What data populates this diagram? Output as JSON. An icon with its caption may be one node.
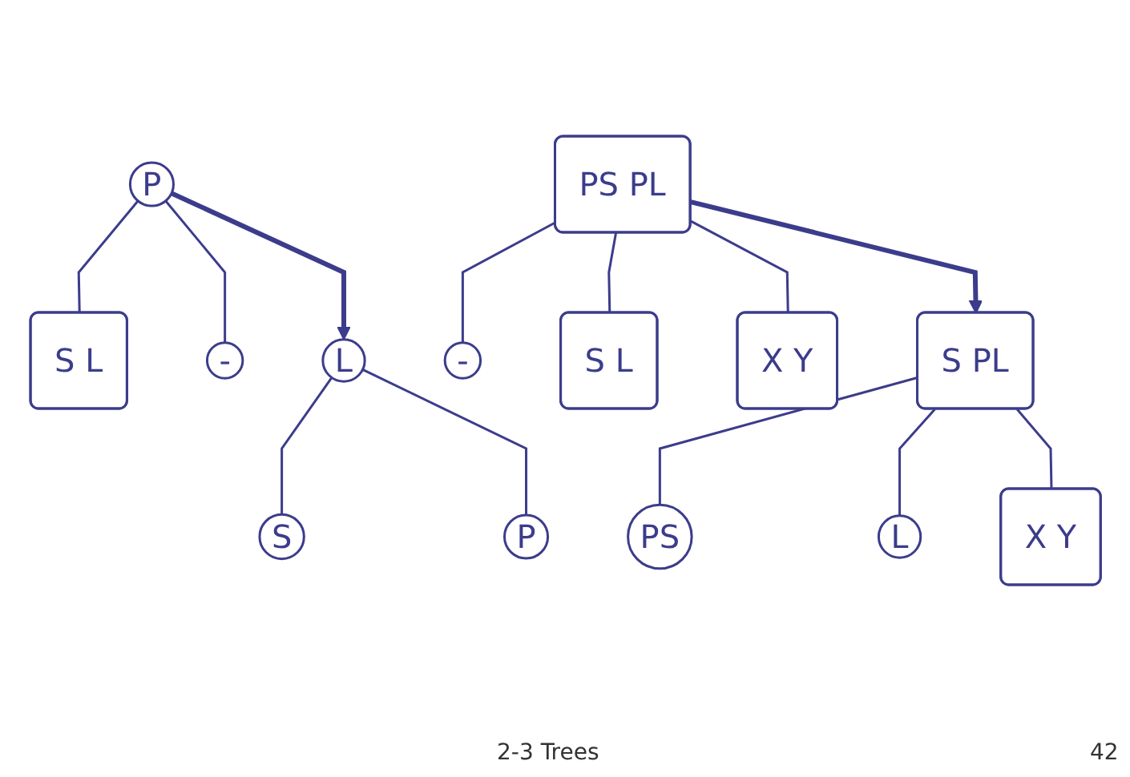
{
  "diagram": {
    "nodes": [
      {
        "text": [
          "P"
        ]
      },
      {
        "text": [
          "S L"
        ]
      },
      {
        "text": [
          "-"
        ]
      },
      {
        "text": [
          "L"
        ]
      },
      {
        "text": [
          "S"
        ]
      },
      {
        "text": [
          "P"
        ]
      },
      {
        "text": [
          "PS PL"
        ]
      },
      {
        "text": [
          "-"
        ]
      },
      {
        "text": [
          "S L"
        ]
      },
      {
        "text": [
          "X Y"
        ]
      },
      {
        "text": [
          "S PL"
        ]
      },
      {
        "text": [
          "PS"
        ]
      },
      {
        "text": [
          "L"
        ]
      },
      {
        "text": [
          "X Y"
        ]
      }
    ],
    "edges": [
      {
        "from": 0,
        "to": 1,
        "arrow": "none"
      },
      {
        "from": 0,
        "to": 2,
        "arrow": "none"
      },
      {
        "from": 0,
        "to": 3,
        "arrow": "to",
        "style": "thick"
      },
      {
        "from": 3,
        "to": 4,
        "arrow": "none"
      },
      {
        "from": 3,
        "to": 5,
        "arrow": "none"
      },
      {
        "from": 6,
        "to": 7,
        "arrow": "none"
      },
      {
        "from": 6,
        "to": 8,
        "arrow": "none"
      },
      {
        "from": 6,
        "to": 9,
        "arrow": "none"
      },
      {
        "from": 6,
        "to": 10,
        "arrow": "to",
        "style": "thick"
      },
      {
        "from": 10,
        "to": 11,
        "arrow": "none"
      },
      {
        "from": 10,
        "to": 12,
        "arrow": "none"
      },
      {
        "from": 10,
        "to": 13,
        "arrow": "none"
      }
    ],
    "labels": [
      "2-3 Trees",
      "42"
    ]
  }
}
